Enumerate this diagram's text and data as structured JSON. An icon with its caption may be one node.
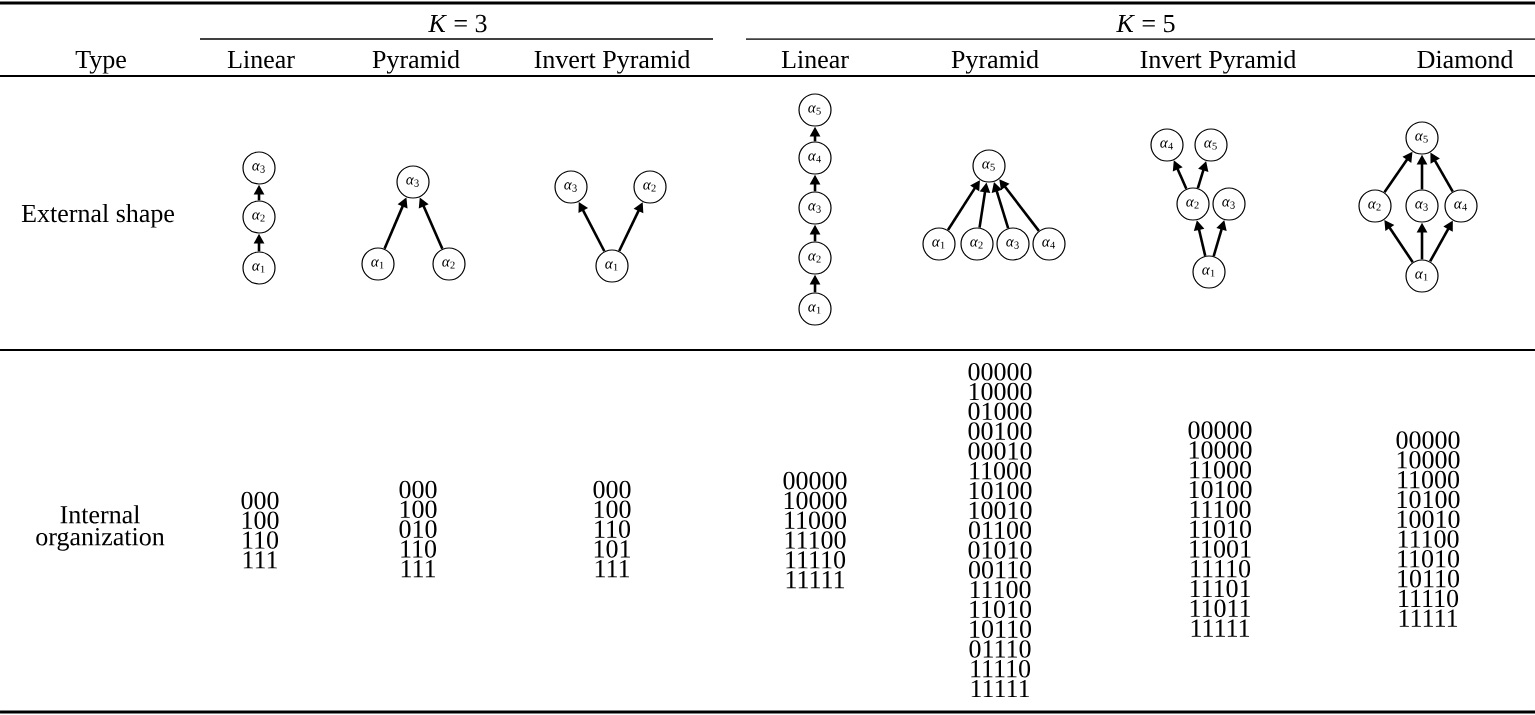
{
  "diagram": {
    "nodes": [
      {
        "text": [
          "*α*$_{3}$"
        ]
      },
      {
        "text": [
          "*α*$_{2}$"
        ]
      },
      {
        "text": [
          "*α*$_{1}$"
        ]
      },
      {
        "text": [
          "*α*$_{3}$"
        ]
      },
      {
        "text": [
          "*α*$_{1}$"
        ]
      },
      {
        "text": [
          "*α*$_{2}$"
        ]
      },
      {
        "text": [
          "*α*$_{3}$"
        ]
      },
      {
        "text": [
          "*α*$_{2}$"
        ]
      },
      {
        "text": [
          "*α*$_{1}$"
        ]
      },
      {
        "text": [
          "*α*$_{5}$"
        ]
      },
      {
        "text": [
          "*α*$_{4}$"
        ]
      },
      {
        "text": [
          "*α*$_{3}$"
        ]
      },
      {
        "text": [
          "*α*$_{2}$"
        ]
      },
      {
        "text": [
          "*α*$_{1}$"
        ]
      },
      {
        "text": [
          "*α*$_{5}$"
        ]
      },
      {
        "text": [
          "*α*$_{1}$"
        ]
      },
      {
        "text": [
          "*α*$_{2}$"
        ]
      },
      {
        "text": [
          "*α*$_{3}$"
        ]
      },
      {
        "text": [
          "*α*$_{4}$"
        ]
      },
      {
        "text": [
          "*α*$_{4}$"
        ]
      },
      {
        "text": [
          "*α*$_{5}$"
        ]
      },
      {
        "text": [
          "*α*$_{2}$"
        ]
      },
      {
        "text": [
          "*α*$_{3}$"
        ]
      },
      {
        "text": [
          "*α*$_{1}$"
        ]
      },
      {
        "text": [
          "*α*$_{5}$"
        ]
      },
      {
        "text": [
          "*α*$_{2}$"
        ]
      },
      {
        "text": [
          "*α*$_{3}$"
        ]
      },
      {
        "text": [
          "*α*$_{4}$"
        ]
      },
      {
        "text": [
          "*α*$_{1}$"
        ]
      }
    ],
    "edges": [
      {
        "from": 2,
        "to": 1,
        "arrow": "to"
      },
      {
        "from": 1,
        "to": 0,
        "arrow": "to"
      },
      {
        "from": 4,
        "to": 3,
        "arrow": "to"
      },
      {
        "from": 5,
        "to": 3,
        "arrow": "to"
      },
      {
        "from": 8,
        "to": 6,
        "arrow": "to"
      },
      {
        "from": 8,
        "to": 7,
        "arrow": "to"
      },
      {
        "from": 13,
        "to": 12,
        "arrow": "to"
      },
      {
        "from": 12,
        "to": 11,
        "arrow": "to"
      },
      {
        "from": 11,
        "to": 10,
        "arrow": "to"
      },
      {
        "from": 10,
        "to": 9,
        "arrow": "to"
      },
      {
        "from": 15,
        "to": 14,
        "arrow": "to"
      },
      {
        "from": 16,
        "to": 14,
        "arrow": "to"
      },
      {
        "from": 17,
        "to": 14,
        "arrow": "to"
      },
      {
        "from": 18,
        "to": 14,
        "arrow": "to"
      },
      {
        "from": 23,
        "to": 21,
        "arrow": "to"
      },
      {
        "from": 23,
        "to": 22,
        "arrow": "to"
      },
      {
        "from": 21,
        "to": 19,
        "arrow": "to"
      },
      {
        "from": 21,
        "to": 20,
        "arrow": "to"
      },
      {
        "from": 28,
        "to": 25,
        "arrow": "to"
      },
      {
        "from": 28,
        "to": 26,
        "arrow": "to"
      },
      {
        "from": 28,
        "to": 27,
        "arrow": "to"
      },
      {
        "from": 25,
        "to": 24,
        "arrow": "to"
      },
      {
        "from": 26,
        "to": 24,
        "arrow": "to"
      },
      {
        "from": 27,
        "to": 24,
        "arrow": "to"
      }
    ],
    "labels": [
      "*K* = 3",
      "*K* = 5",
      "Type",
      "Linear",
      "Pyramid",
      "Invert Pyramid",
      "Linear",
      "Pyramid",
      "Invert Pyramid",
      "Diamond",
      "External shape",
      "Internal organization",
      "000 100 110 111",
      "000 100 010 110 111",
      "000 100 110 101 111",
      "00000 10000 11000 11100 11110 11111",
      "00000 10000 01000 00100 00010 11000 10100 10010 01100 01010 00110 11100 11010 10110 01110 11110 11111",
      "00000 10000 11000 10100 11100 11010 11001 11110 11101 11011 11111",
      "00000 10000 11000 10100 10010 11100 11010 10110 11110 11111"
    ]
  }
}
